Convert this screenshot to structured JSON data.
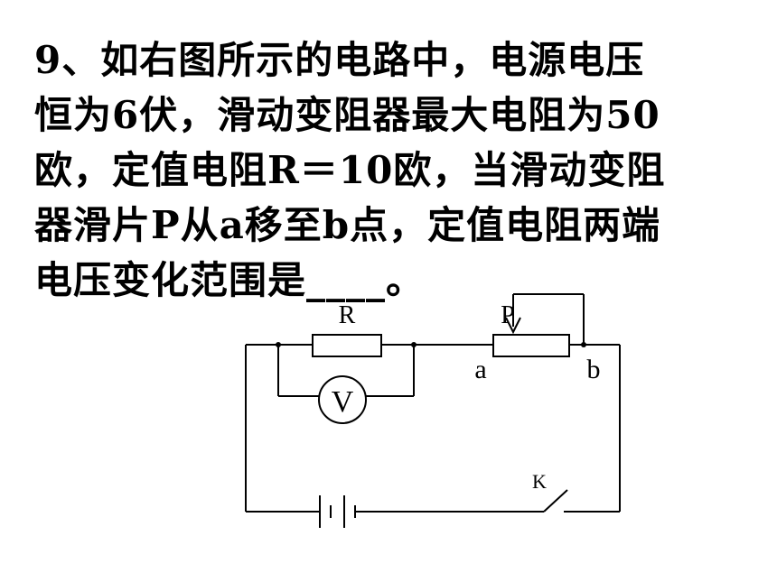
{
  "question": {
    "lines": [
      "9、如右图所示的电路中，电源电压",
      "恒为6伏，滑动变阻器最大电阻为50",
      "欧，定值电阻R＝10欧，当滑动变阻",
      "器滑片P从a移至b点，定值电阻两端",
      "电压变化范围是____。"
    ]
  },
  "circuit": {
    "resistor_label": "R",
    "rheostat_label": "P",
    "terminal_a": "a",
    "terminal_b": "b",
    "voltmeter_label": "V",
    "switch_label": "K"
  }
}
